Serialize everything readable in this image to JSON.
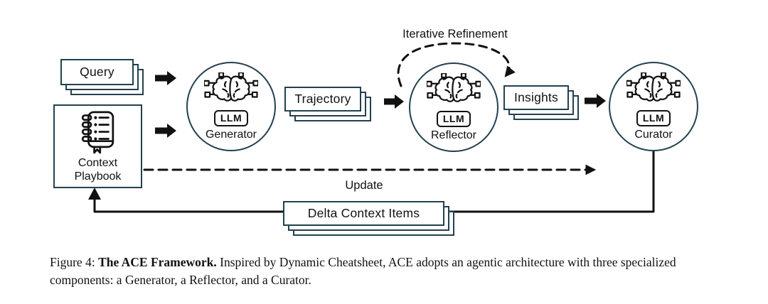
{
  "figure": {
    "cards": {
      "query": "Query",
      "trajectory": "Trajectory",
      "insights": "Insights",
      "delta": "Delta Context Items"
    },
    "playbook": {
      "line1": "Context",
      "line2": "Playbook"
    },
    "agents": {
      "generator": {
        "badge": "LLM",
        "label": "Generator"
      },
      "reflector": {
        "badge": "LLM",
        "label": "Reflector"
      },
      "curator": {
        "badge": "LLM",
        "label": "Curator"
      }
    },
    "annotations": {
      "iterative_refinement": "Iterative Refinement",
      "update": "Update"
    },
    "colors": {
      "outline": "#24404f",
      "ink": "#000000",
      "background": "#ffffff"
    }
  },
  "caption": {
    "prefix": "Figure 4:",
    "title": "The ACE Framework.",
    "body": "Inspired by Dynamic Cheatsheet, ACE adopts an agentic architecture with three specialized components: a Generator, a Reflector, and a Curator."
  }
}
